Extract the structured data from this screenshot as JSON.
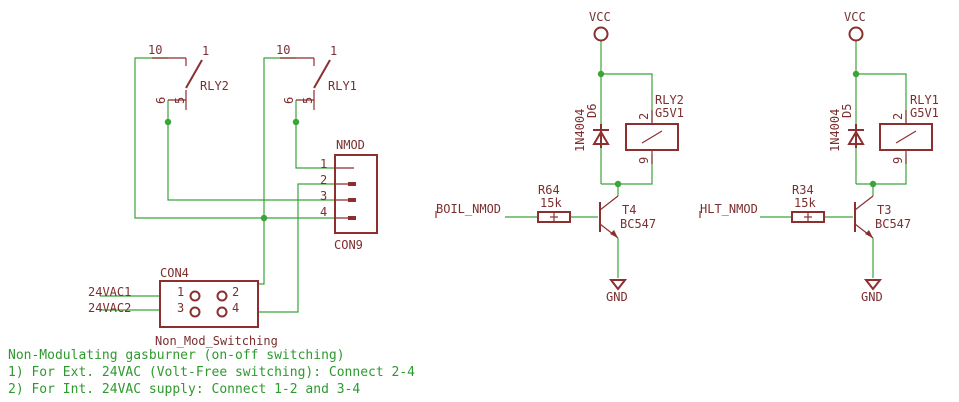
{
  "relays_left": {
    "rly2": {
      "name": "RLY2",
      "pin10": "10",
      "pin1": "1",
      "pin6": "6",
      "pin5": "5"
    },
    "rly1": {
      "name": "RLY1",
      "pin10": "10",
      "pin1": "1",
      "pin6": "6",
      "pin5": "5"
    }
  },
  "con9": {
    "title": "NMOD",
    "name": "CON9",
    "pins": [
      "1",
      "2",
      "3",
      "4"
    ]
  },
  "con4": {
    "name": "CON4",
    "value": "Non_Mod_Switching",
    "net1": "24VAC1",
    "net2": "24VAC2",
    "pins": [
      "1",
      "2",
      "3",
      "4"
    ]
  },
  "notes": [
    "Non-Modulating gasburner (on-off switching)",
    "1) For Ext. 24VAC (Volt-Free switching): Connect 2-4",
    "2) For Int. 24VAC supply: Connect 1-2 and 3-4"
  ],
  "circuit_a": {
    "vcc": "VCC",
    "diode_type": "1N4004",
    "diode_ref": "D6",
    "relay_ref": "RLY2",
    "relay_value": "G5V1",
    "coil_pin_top": "2",
    "coil_pin_bot": "9",
    "net": "BOIL_NMOD",
    "res_ref": "R64",
    "res_value": "15k",
    "tr_ref": "T4",
    "tr_value": "BC547",
    "gnd": "GND"
  },
  "circuit_b": {
    "vcc": "VCC",
    "diode_type": "1N4004",
    "diode_ref": "D5",
    "relay_ref": "RLY1",
    "relay_value": "G5V1",
    "coil_pin_top": "2",
    "coil_pin_bot": "9",
    "net": "HLT_NMOD",
    "res_ref": "R34",
    "res_value": "15k",
    "tr_ref": "T3",
    "tr_value": "BC547",
    "gnd": "GND"
  }
}
